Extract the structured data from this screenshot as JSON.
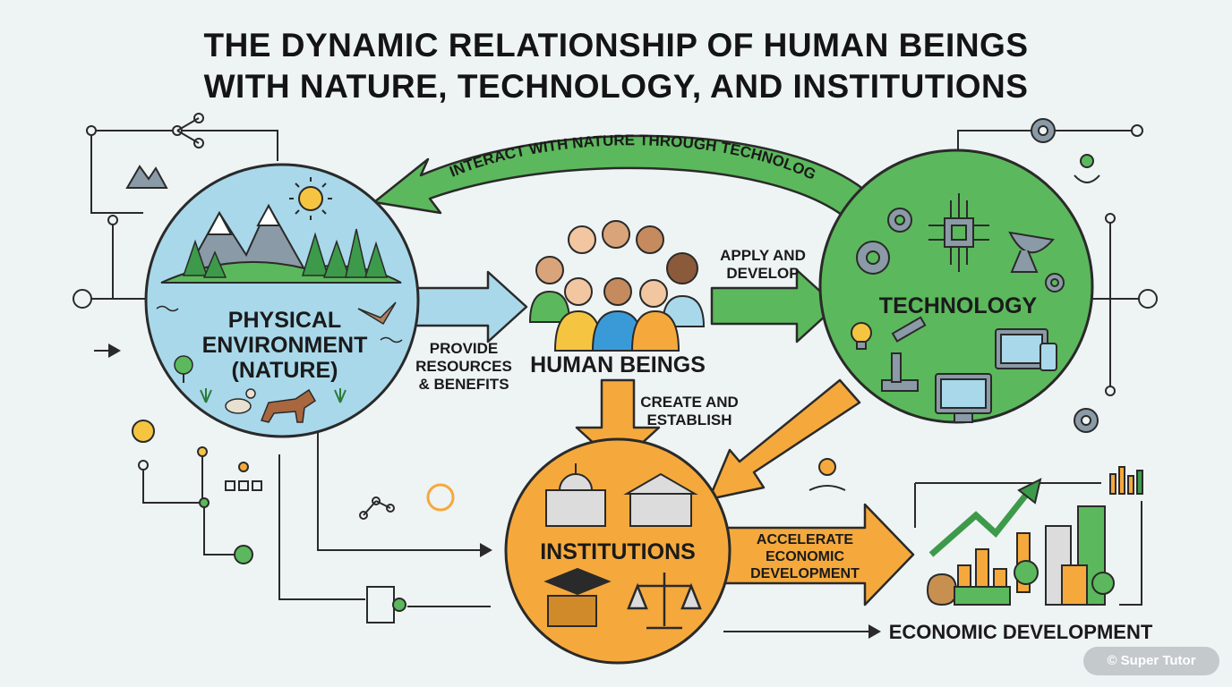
{
  "title": {
    "line1": "THE DYNAMIC RELATIONSHIP OF HUMAN BEINGS",
    "line2": "WITH NATURE, TECHNOLOGY, AND INSTITUTIONS"
  },
  "nodes": {
    "nature": {
      "line1": "PHYSICAL",
      "line2": "ENVIRONMENT",
      "line3": "(NATURE)"
    },
    "humans": {
      "label": "HUMAN BEINGS"
    },
    "technology": {
      "label": "TECHNOLOGY"
    },
    "institutions": {
      "label": "INSTITUTIONS"
    },
    "economy": {
      "label": "ECONOMIC DEVELOPMENT"
    }
  },
  "edges": {
    "tech_to_nature": "INTERACT WITH NATURE THROUGH TECHNOLOGY",
    "nature_to_humans": {
      "line1": "PROVIDE",
      "line2": "RESOURCES",
      "line3": "& BENEFITS"
    },
    "humans_to_tech": {
      "line1": "APPLY AND",
      "line2": "DEVELOP"
    },
    "humans_to_institutions": {
      "line1": "CREATE AND",
      "line2": "ESTABLISH"
    },
    "institutions_to_economy": {
      "line1": "ACCELERATE",
      "line2": "ECONOMIC",
      "line3": "DEVELOPMENT"
    }
  },
  "watermark": "© Super Tutor",
  "colors": {
    "nature": "#a9d8ea",
    "technology": "#5cb85c",
    "institutions": "#f5a93c",
    "arrow_blue": "#a9d8ea",
    "arrow_green": "#5cb85c",
    "arrow_orange": "#f5a93c",
    "outline": "#2a2a2a"
  }
}
